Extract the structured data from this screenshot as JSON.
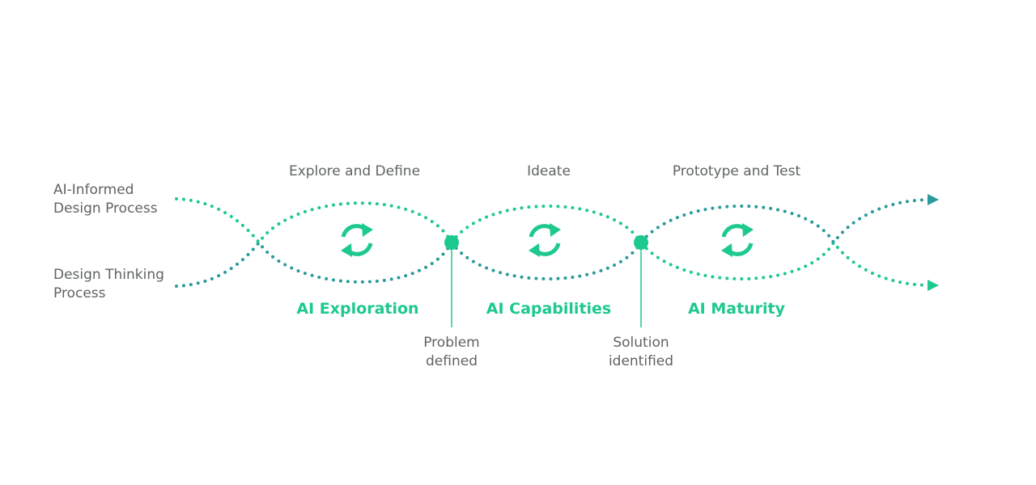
{
  "tracks": {
    "top_label": "AI-Informed\nDesign Process",
    "bottom_label": "Design Thinking\nProcess"
  },
  "phases": [
    {
      "label": "Explore and Define",
      "stage": "AI Exploration",
      "icon": "refresh-icon"
    },
    {
      "label": "Ideate",
      "stage": "AI Capabilities",
      "icon": "refresh-icon"
    },
    {
      "label": "Prototype and Test",
      "stage": "AI Maturity",
      "icon": "refresh-icon"
    }
  ],
  "milestones": [
    {
      "label": "Problem\ndefined"
    },
    {
      "label": "Solution\nidentified"
    }
  ],
  "colors": {
    "green": "#1dc98c",
    "teal": "#2a9a9a",
    "text": "#5f6364"
  }
}
